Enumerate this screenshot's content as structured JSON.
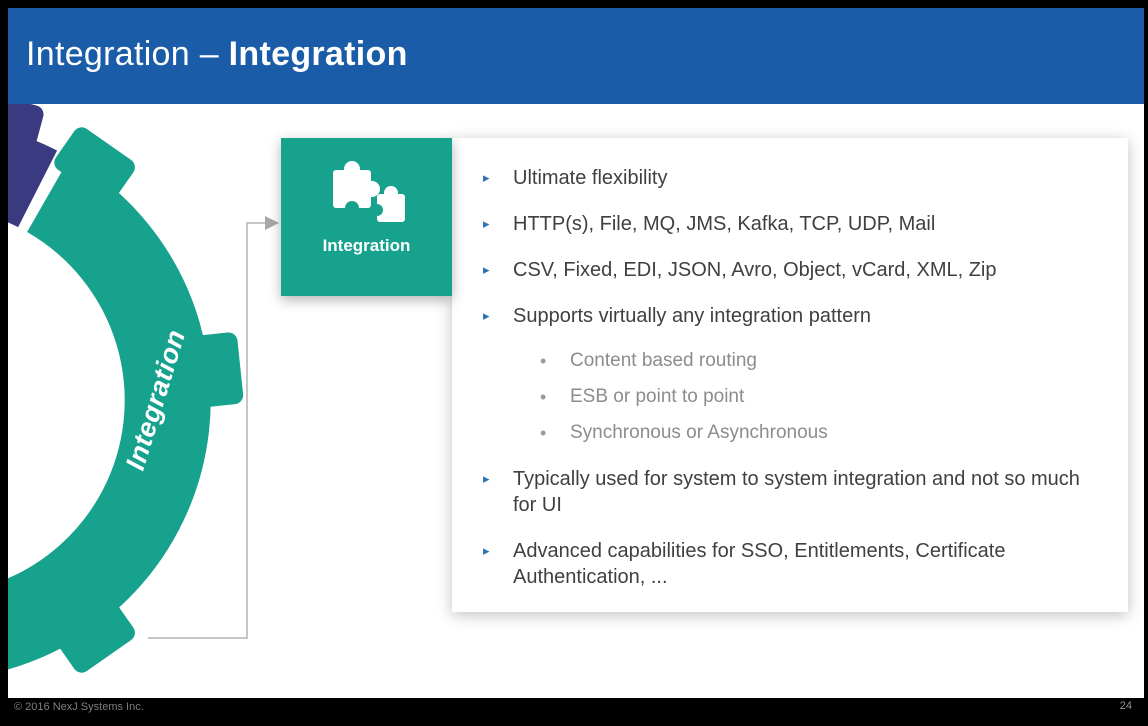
{
  "header": {
    "title_prefix": "Integration – ",
    "title_emphasis": "Integration"
  },
  "diagram": {
    "wheel_label": "Integration",
    "box_label": "Integration",
    "icon": "puzzle-pieces-icon",
    "wheel_color": "#17A28D",
    "wheel_secondary_color": "#3A3A80",
    "box_color": "#17A28D",
    "connector_color": "#b3b3b3"
  },
  "icons": {
    "bullet_arrow": "▸",
    "sub_bullet": "•"
  },
  "content": {
    "bullets": [
      {
        "level": 1,
        "text": "Ultimate flexibility"
      },
      {
        "level": 1,
        "text": "HTTP(s), File, MQ, JMS, Kafka, TCP, UDP, Mail"
      },
      {
        "level": 1,
        "text": "CSV, Fixed, EDI, JSON, Avro, Object, vCard, XML, Zip"
      },
      {
        "level": 1,
        "text": "Supports virtually any integration pattern"
      },
      {
        "level": 2,
        "text": "Content based routing"
      },
      {
        "level": 2,
        "text": "ESB or point to point"
      },
      {
        "level": 2,
        "text": "Synchronous or Asynchronous"
      },
      {
        "level": 1,
        "text": "Typically used for system to system integration and not so much for UI"
      },
      {
        "level": 1,
        "text": "Advanced capabilities for SSO, Entitlements, Certificate Authentication, ..."
      }
    ]
  },
  "footer": {
    "copyright": "© 2016 NexJ Systems Inc.",
    "page_number": "24"
  },
  "colors": {
    "header_blue": "#1A5CA8",
    "teal": "#17A28D",
    "indigo": "#3A3A80",
    "bullet_arrow_blue": "#2E74B5",
    "body_text": "#404040",
    "sub_text": "#8C8C8C"
  }
}
